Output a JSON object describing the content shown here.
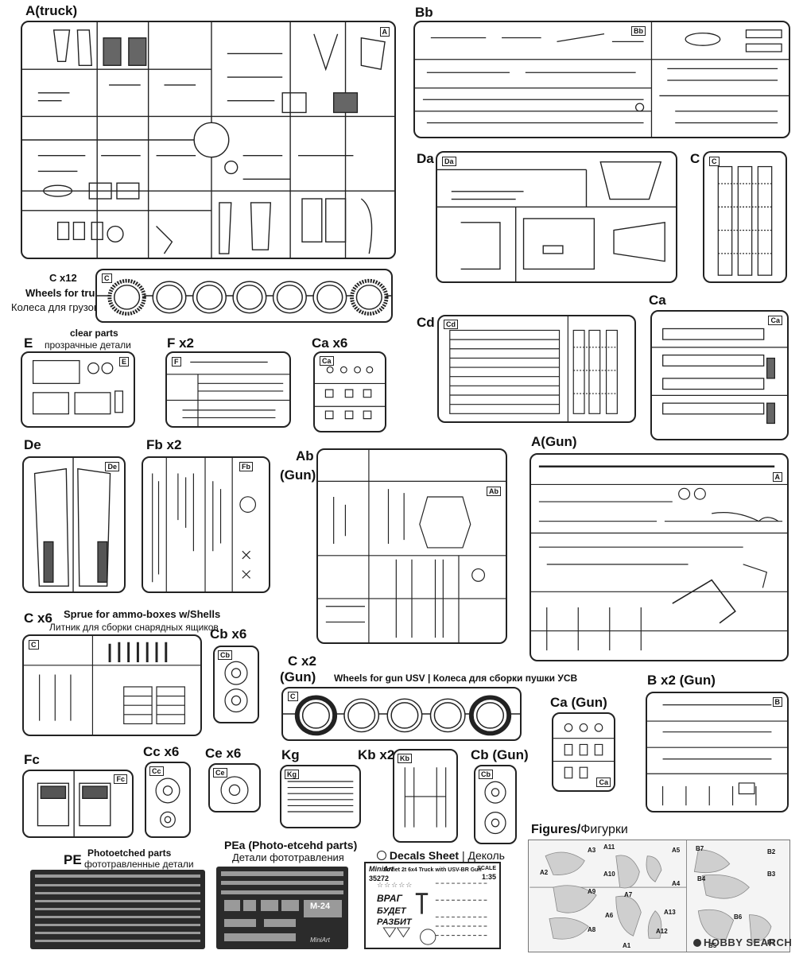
{
  "sprues": [
    {
      "id": "a_truck",
      "label": "A(truck)",
      "tag": "A"
    },
    {
      "id": "bb",
      "label": "Bb",
      "tag": "Bb"
    },
    {
      "id": "c_wheels",
      "label": "C x12",
      "sub1": "Wheels for truck",
      "sub2": "Колеса для грузовика",
      "tag": "C"
    },
    {
      "id": "da",
      "label": "Da",
      "tag": "Da"
    },
    {
      "id": "c_top",
      "label": "C",
      "tag": "C"
    },
    {
      "id": "e",
      "label": "E",
      "sub1": "clear parts",
      "sub2": "прозрачные детали",
      "tag": "E"
    },
    {
      "id": "f",
      "label": "F x2",
      "tag": "F"
    },
    {
      "id": "ca6",
      "label": "Ca x6",
      "tag": "Ca"
    },
    {
      "id": "cd",
      "label": "Cd",
      "tag": "Cd"
    },
    {
      "id": "ca",
      "label": "Ca",
      "tag": "Ca"
    },
    {
      "id": "de",
      "label": "De",
      "tag": "De"
    },
    {
      "id": "fb",
      "label": "Fb x2",
      "tag": "Fb"
    },
    {
      "id": "ab",
      "label": "Ab",
      "sub1": "(Gun)",
      "tag": "Ab"
    },
    {
      "id": "a_gun",
      "label": "A(Gun)",
      "tag": "A"
    },
    {
      "id": "c_ammo",
      "label": "C x6",
      "sub1": "Sprue for ammo-boxes w/Shells",
      "sub2": "Литник для сборки снарядных ящиков",
      "tag": "C"
    },
    {
      "id": "cb6",
      "label": "Cb x6",
      "tag": "Cb"
    },
    {
      "id": "c_gun",
      "label": "C x2",
      "sub1": "(Gun)",
      "sub2": "Wheels for gun USV | Колеса для  сборки пушки УСВ",
      "tag": "C"
    },
    {
      "id": "b_gun",
      "label": "B x2 (Gun)",
      "tag": "B"
    },
    {
      "id": "ca_gun",
      "label": "Ca (Gun)",
      "tag": "Ca"
    },
    {
      "id": "fc",
      "label": "Fc",
      "tag": "Fc"
    },
    {
      "id": "cc6",
      "label": "Cc x6",
      "tag": "Cc"
    },
    {
      "id": "ce6",
      "label": "Ce x6",
      "tag": "Ce"
    },
    {
      "id": "kg",
      "label": "Kg",
      "tag": "Kg"
    },
    {
      "id": "kb2",
      "label": "Kb x2",
      "tag": "Kb"
    },
    {
      "id": "cb_gun",
      "label": "Cb (Gun)",
      "tag": "Cb"
    }
  ],
  "pe": {
    "label": "PE",
    "sub1": "Photoetched parts",
    "sub2": "фототравленные детали"
  },
  "pea": {
    "label": "PEa (Photo-etcehd parts)",
    "sub1": "Детали фототравления",
    "mark": "M-24",
    "brand": "MiniArt"
  },
  "decals": {
    "title": "Decals Sheet",
    "title_ru": "Деколь",
    "sep": "|",
    "brand": "MiniArt",
    "code": "35272",
    "heading": "Soviet 2t 6x4 Truck with USV-BR Gun",
    "scale_label": "SCALE",
    "scale": "1:35",
    "words": [
      "ВРАГ",
      "БУДЕТ",
      "РАЗБИТ"
    ]
  },
  "figures": {
    "title": "Figures/",
    "title_ru": "Фигурки",
    "a_parts": [
      "A3",
      "A11",
      "A5",
      "A2",
      "A10",
      "A4",
      "A9",
      "A7",
      "A13",
      "A6",
      "A8",
      "A12",
      "A1"
    ],
    "b_parts": [
      "B7",
      "B2",
      "B4",
      "B3",
      "B6",
      "B5",
      "B1"
    ]
  },
  "watermark": "HOBBY SEARCH"
}
